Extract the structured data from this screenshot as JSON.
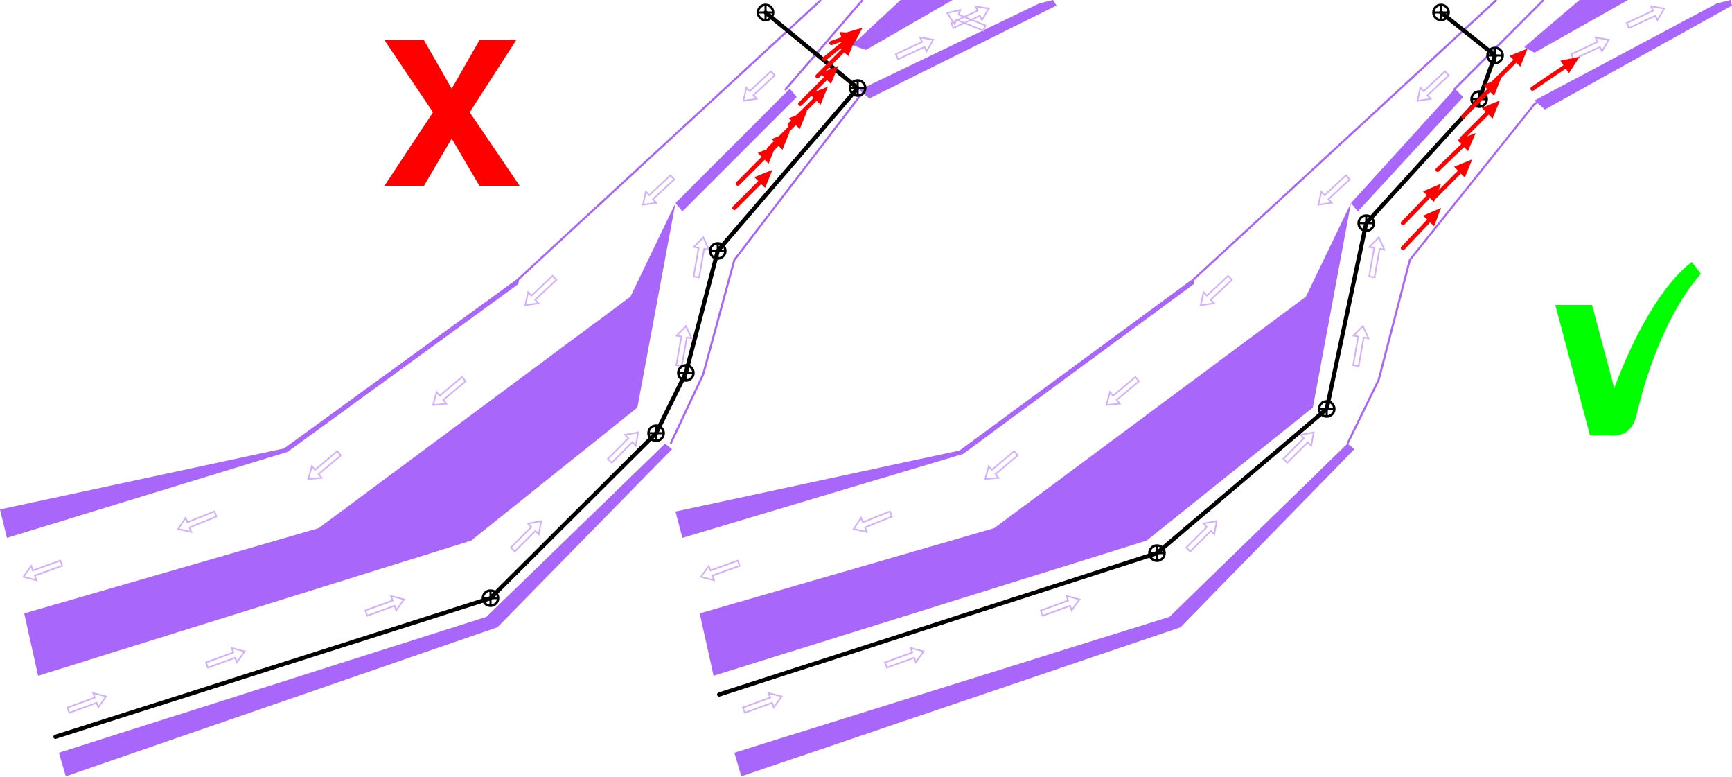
{
  "panels": [
    {
      "id": "incorrect",
      "marker": {
        "kind": "cross",
        "text": "X",
        "color": "#ff0000"
      }
    },
    {
      "id": "correct",
      "marker": {
        "kind": "check",
        "text": "√",
        "color": "#00ff00"
      }
    }
  ],
  "colors": {
    "road": "#a866fb",
    "lane_arrow": "#d2b0fd",
    "route": "#000000",
    "direction_arrow": "#ff0000"
  },
  "icons": {
    "waypoint": "circled-plus-icon",
    "direction": "red-arrow-icon",
    "lane_direction": "hollow-arrow-icon"
  }
}
